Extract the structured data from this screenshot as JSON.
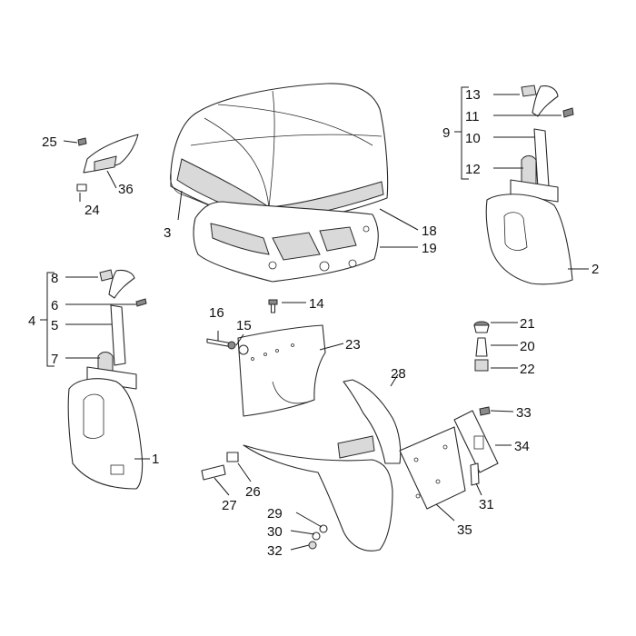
{
  "callouts": {
    "c1": "1",
    "c2": "2",
    "c3": "3",
    "c4": "4",
    "c5": "5",
    "c6": "6",
    "c7": "7",
    "c8": "8",
    "c9": "9",
    "c10": "10",
    "c11": "11",
    "c12": "12",
    "c13": "13",
    "c14": "14",
    "c15": "15",
    "c16": "16",
    "c18": "18",
    "c19": "19",
    "c20": "20",
    "c21": "21",
    "c22": "22",
    "c23": "23",
    "c24": "24",
    "c25": "25",
    "c26": "26",
    "c27": "27",
    "c28": "28",
    "c29": "29",
    "c30": "30",
    "c31": "31",
    "c32": "32",
    "c33": "33",
    "c34": "34",
    "c35": "35",
    "c36": "36"
  },
  "colors": {
    "line": "#2a2a2a",
    "shade": "#d9d9d9",
    "background": "#ffffff"
  }
}
